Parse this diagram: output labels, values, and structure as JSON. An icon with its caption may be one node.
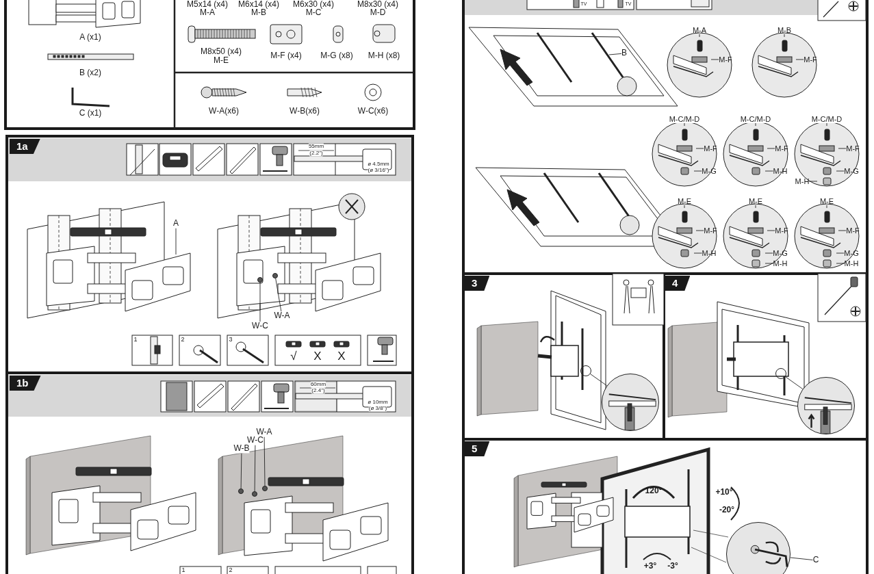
{
  "diagram": {
    "nodes": [
      {
        "text": [
          "A"
        ]
      },
      {
        "text": [
          "W-A"
        ]
      },
      {
        "text": [
          "W-C"
        ]
      },
      {
        "text": [
          "W-A"
        ]
      },
      {
        "text": [
          "W-C"
        ]
      },
      {
        "text": [
          "W-B"
        ]
      },
      {
        "text": [
          "B"
        ]
      },
      {
        "text": [
          "M-A"
        ]
      },
      {
        "text": [
          "M-F"
        ]
      },
      {
        "text": [
          "M-B"
        ]
      },
      {
        "text": [
          "M-F"
        ]
      },
      {
        "text": [
          "M-C/M-D"
        ]
      },
      {
        "text": [
          "M-F"
        ]
      },
      {
        "text": [
          "M-G"
        ]
      },
      {
        "text": [
          "M-C/M-D"
        ]
      },
      {
        "text": [
          "M-F"
        ]
      },
      {
        "text": [
          "M-H"
        ]
      },
      {
        "text": [
          "M-C/M-D"
        ]
      },
      {
        "text": [
          "M-F"
        ]
      },
      {
        "text": [
          "M-G"
        ]
      },
      {
        "text": [
          "M-H"
        ]
      },
      {
        "text": [
          "M-E"
        ]
      },
      {
        "text": [
          "M-F"
        ]
      },
      {
        "text": [
          "M-H"
        ]
      },
      {
        "text": [
          "M-E"
        ]
      },
      {
        "text": [
          "M-F"
        ]
      },
      {
        "text": [
          "M-G"
        ]
      },
      {
        "text": [
          "M-H"
        ]
      },
      {
        "text": [
          "M-E"
        ]
      },
      {
        "text": [
          "M-F"
        ]
      },
      {
        "text": [
          "M-G"
        ]
      },
      {
        "text": [
          "M-H"
        ]
      },
      {
        "text": [],
        "shape": "circle"
      },
      {
        "text": [],
        "shape": "circle"
      },
      {
        "text": [],
        "shape": "circle"
      },
      {
        "text": [],
        "shape": "circle"
      },
      {
        "text": [
          "C"
        ]
      },
      {
        "text": [],
        "shape": "circle"
      },
      {
        "text": [],
        "shape": "circle"
      },
      {
        "text": [],
        "shape": "circle"
      },
      {
        "text": [],
        "shape": "circle"
      },
      {
        "text": [],
        "shape": "circle"
      },
      {
        "text": [],
        "shape": "circle"
      }
    ],
    "edges": [
      {
        "from": 0,
        "to": null,
        "arrow": "none"
      },
      {
        "from": 1,
        "to": 38,
        "arrow": "none"
      },
      {
        "from": 2,
        "to": 39,
        "arrow": "none"
      },
      {
        "from": 3,
        "to": 40,
        "arrow": "none"
      },
      {
        "from": 4,
        "to": 41,
        "arrow": "none"
      },
      {
        "from": 5,
        "to": 42,
        "arrow": "none"
      },
      {
        "from": 6,
        "to": null,
        "arrow": "none"
      },
      {
        "from": 7,
        "to": null,
        "arrow": "none"
      },
      {
        "from": 8,
        "to": null,
        "arrow": "none"
      },
      {
        "from": 9,
        "to": null,
        "arrow": "none"
      },
      {
        "from": 10,
        "to": null,
        "arrow": "none"
      },
      {
        "from": 11,
        "to": null,
        "arrow": "none"
      },
      {
        "from": 12,
        "to": null,
        "arrow": "none"
      },
      {
        "from": 13,
        "to": null,
        "arrow": "none"
      },
      {
        "from": 14,
        "to": null,
        "arrow": "none"
      },
      {
        "from": 15,
        "to": null,
        "arrow": "none"
      },
      {
        "from": 16,
        "to": null,
        "arrow": "none"
      },
      {
        "from": 17,
        "to": null,
        "arrow": "none"
      },
      {
        "from": 18,
        "to": null,
        "arrow": "none"
      },
      {
        "from": 19,
        "to": null,
        "arrow": "none"
      },
      {
        "from": 20,
        "to": null,
        "arrow": "none"
      },
      {
        "from": 21,
        "to": null,
        "arrow": "none"
      },
      {
        "from": 22,
        "to": null,
        "arrow": "none"
      },
      {
        "from": 23,
        "to": null,
        "arrow": "none"
      },
      {
        "from": 24,
        "to": null,
        "arrow": "none"
      },
      {
        "from": 25,
        "to": null,
        "arrow": "none"
      },
      {
        "from": 26,
        "to": null,
        "arrow": "none"
      },
      {
        "from": 27,
        "to": null,
        "arrow": "none"
      },
      {
        "from": 28,
        "to": null,
        "arrow": "none"
      },
      {
        "from": 29,
        "to": null,
        "arrow": "none"
      },
      {
        "from": 30,
        "to": null,
        "arrow": "none"
      },
      {
        "from": 31,
        "to": null,
        "arrow": "none"
      },
      {
        "from": 32,
        "to": 33,
        "arrow": "none"
      },
      {
        "from": 34,
        "to": 35,
        "arrow": "none"
      },
      {
        "from": 36,
        "to": 37,
        "arrow": "none"
      }
    ],
    "labels": [
      "M5x14 (x4)",
      "M-A",
      "M6x14 (x4)",
      "M-B",
      "M6x30 (x4)",
      "M-C",
      "M8x30 (x4)",
      "M-D",
      "A (x1)",
      "M8x50 (x4)",
      "M-E",
      "M-F (x4)",
      "M-G (x8)",
      "M-H (x8)",
      "B (x2)",
      "C (x1)",
      "W-A(x6)",
      "W-B(x6)",
      "W-C(x6)",
      "1a",
      "55mm",
      "(2.2\")",
      "ø 4.5mm",
      "(ø 3/16\")",
      "1",
      "2",
      "3",
      "√",
      "X",
      "X",
      "1b",
      "60mm",
      "(2.4\")",
      "ø 10mm",
      "(ø 3/8\")",
      "1",
      "2",
      "TV",
      "TV",
      "3",
      "4",
      "5",
      "120°",
      "+10°",
      "-20°",
      "+3°",
      "-3°"
    ]
  }
}
